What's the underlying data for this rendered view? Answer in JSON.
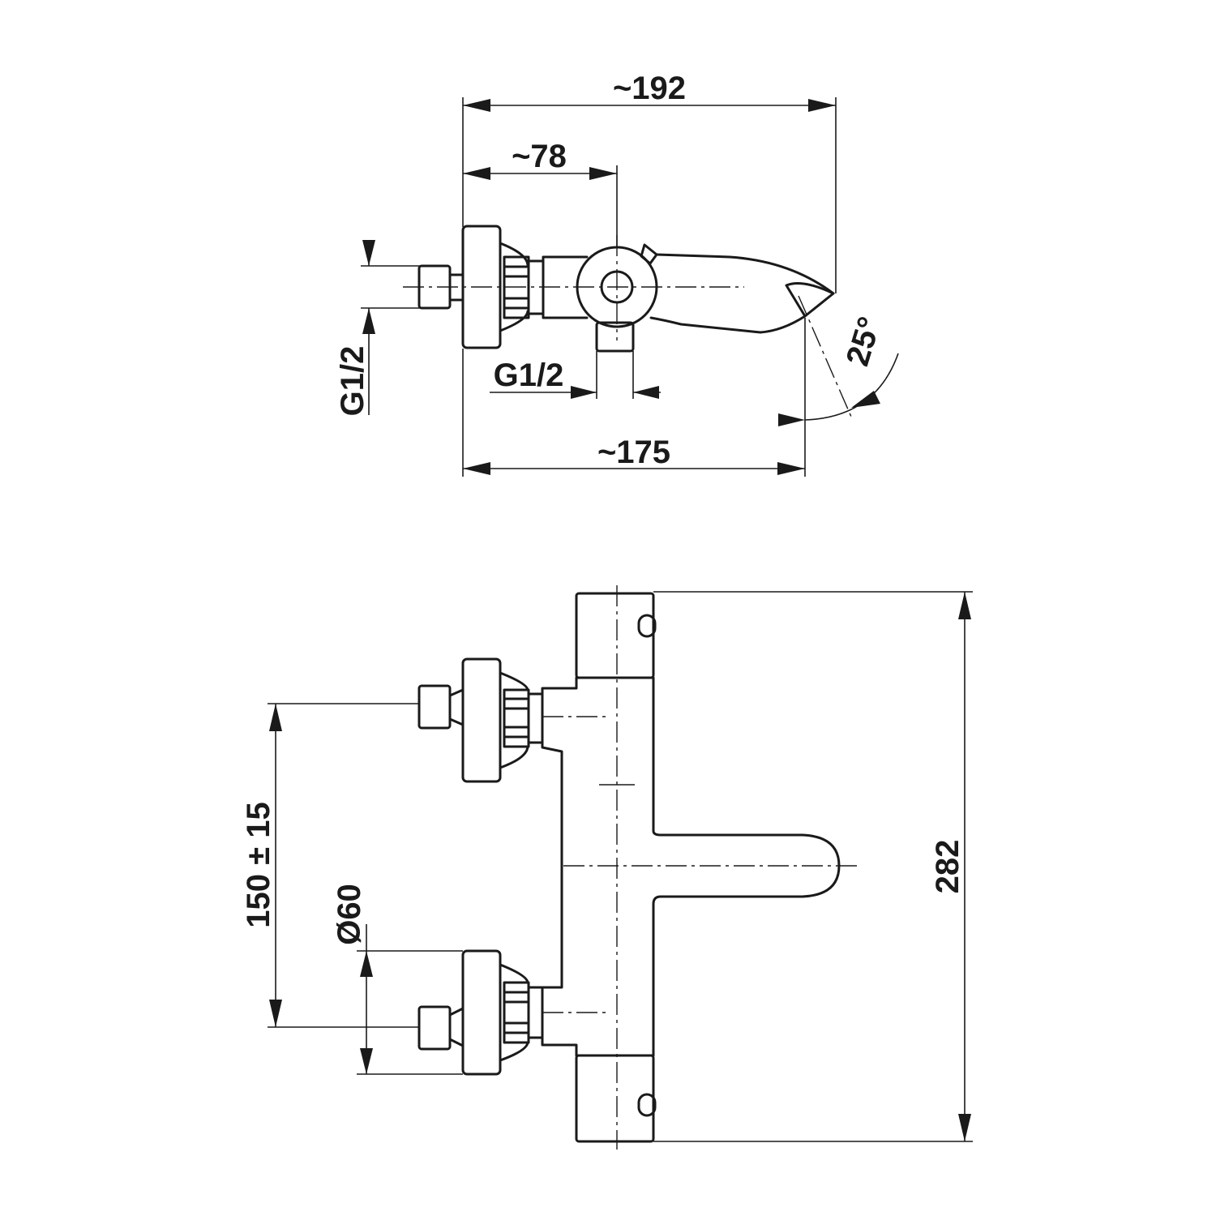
{
  "drawing": {
    "top_view": {
      "dim_overall_width": "~192",
      "dim_to_spout_axis": "~78",
      "dim_depth": "~175",
      "dim_inlet_thread_left": "G1/2",
      "dim_outlet_thread": "G1/2",
      "dim_spout_angle": "25°"
    },
    "front_view": {
      "dim_inlet_spacing": "150 ± 15",
      "dim_rosette_diameter": "Ø60",
      "dim_height": "282"
    }
  }
}
